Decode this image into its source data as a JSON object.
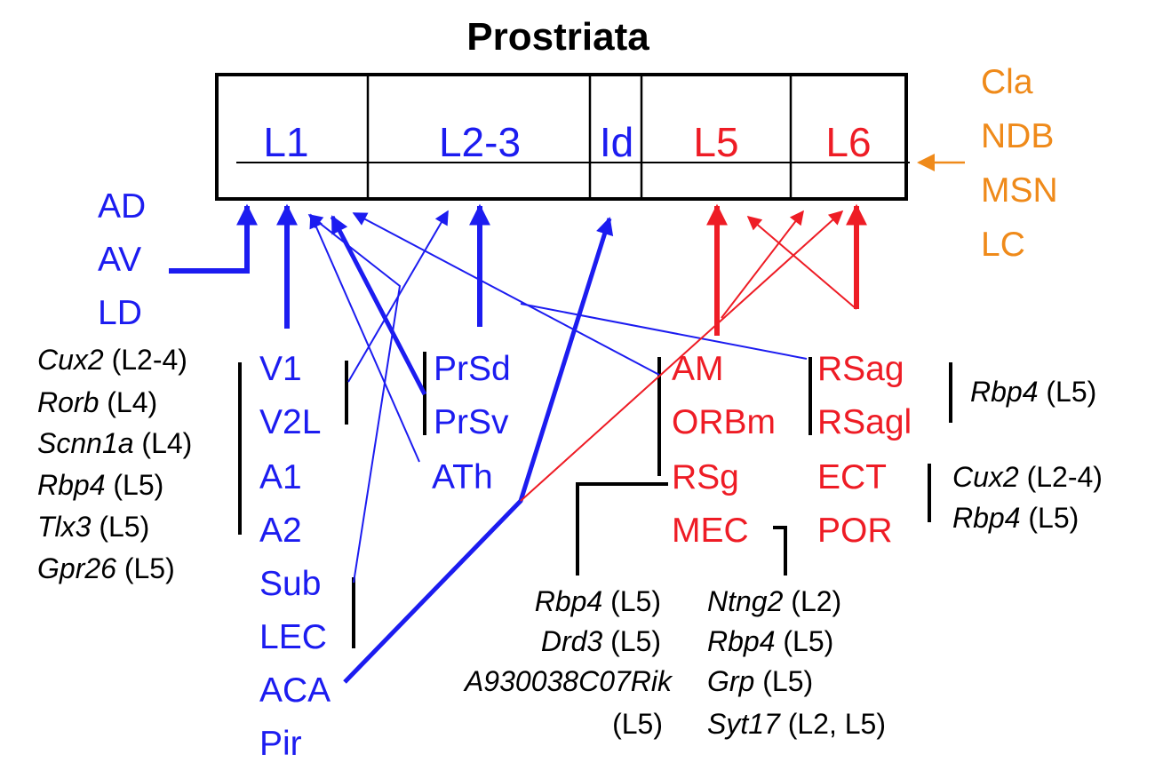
{
  "title": "Prostriata",
  "colors": {
    "blue": "#1c1cf0",
    "red": "#ee1c25",
    "orange": "#ef8a1a",
    "black": "#000000"
  },
  "layers": [
    "L1",
    "L2-3",
    "Id",
    "L5",
    "L6"
  ],
  "inputs": {
    "thalamic": [
      "AD",
      "AV",
      "LD"
    ],
    "neuromodulatory": [
      "Cla",
      "NDB",
      "MSN",
      "LC"
    ],
    "blue_left": [
      "V1",
      "V2L",
      "A1",
      "A2",
      "Sub",
      "LEC",
      "ACA",
      "Pir"
    ],
    "blue_mid": [
      "PrSd",
      "PrSv",
      "ATh"
    ],
    "red_mid": [
      "AM",
      "ORBm",
      "RSg",
      "MEC"
    ],
    "red_right": [
      "RSag",
      "RSagl",
      "ECT",
      "POR"
    ]
  },
  "genes": {
    "left": [
      {
        "name": "Cux2",
        "layer": "(L2-4)"
      },
      {
        "name": "Rorb",
        "layer": "(L4)"
      },
      {
        "name": "Scnn1a",
        "layer": "(L4)"
      },
      {
        "name": "Rbp4",
        "layer": "(L5)"
      },
      {
        "name": "Tlx3",
        "layer": "(L5)"
      },
      {
        "name": "Gpr26",
        "layer": "(L5)"
      }
    ],
    "rsg": [
      {
        "name": "Rbp4",
        "layer": "(L5)"
      },
      {
        "name": "Drd3",
        "layer": "(L5)"
      },
      {
        "name": "A930038C07Rik",
        "layer": ""
      },
      {
        "name": "",
        "layer": "(L5)"
      }
    ],
    "mec": [
      {
        "name": "Ntng2",
        "layer": "(L2)"
      },
      {
        "name": "Rbp4",
        "layer": "(L5)"
      },
      {
        "name": "Grp",
        "layer": "(L5)"
      },
      {
        "name": "Syt17",
        "layer": "(L2, L5)"
      }
    ],
    "rsag": [
      {
        "name": "Rbp4",
        "layer": "(L5)"
      }
    ],
    "ect": [
      {
        "name": "Cux2",
        "layer": "(L2-4)"
      },
      {
        "name": "Rbp4",
        "layer": "(L5)"
      }
    ]
  }
}
